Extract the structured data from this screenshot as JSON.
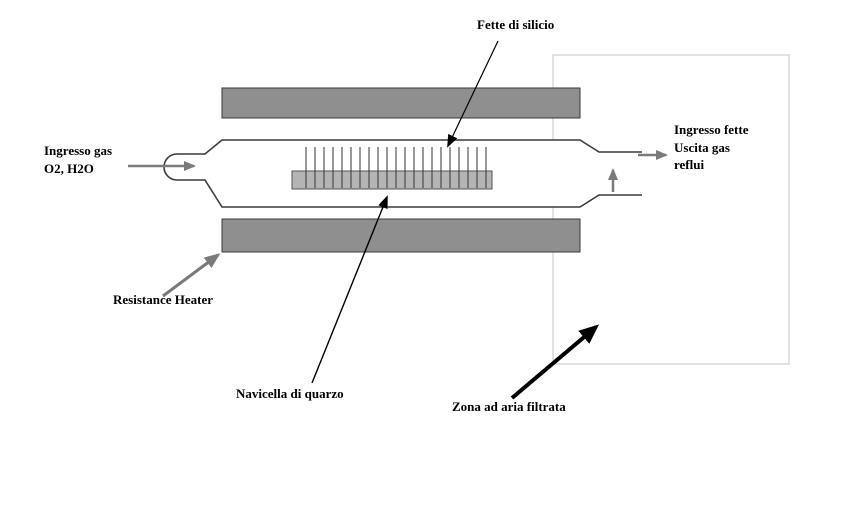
{
  "diagram": {
    "type": "thermal-oxidation-furnace-schematic",
    "labels": {
      "silicon_wafers": "Fette di silicio",
      "gas_inlet": {
        "line1": "Ingresso gas",
        "line2": "O2, H2O"
      },
      "right_ports": {
        "line1": "Ingresso fette",
        "line2": "Uscita gas",
        "line3": "reflui"
      },
      "heater": "Resistance Heater",
      "quartz_boat": "Navicella di quarzo",
      "filtered_air_zone": "Zona ad aria filtrata"
    },
    "colors": {
      "background": "#ffffff",
      "heater_fill": "#8f8f8f",
      "heater_border": "#3a3a3a",
      "tube_stroke": "#3a3a3a",
      "tube_fill": "#ffffff",
      "boat_fill": "#b4b4b4",
      "boat_border": "#555555",
      "wafer_stroke": "#333333",
      "zone_border": "#c6c6c6",
      "gray_arrow": "#7a7a7a",
      "black_arrow": "#000000",
      "text_color": "#000000"
    },
    "wafers": {
      "count": 21
    }
  }
}
